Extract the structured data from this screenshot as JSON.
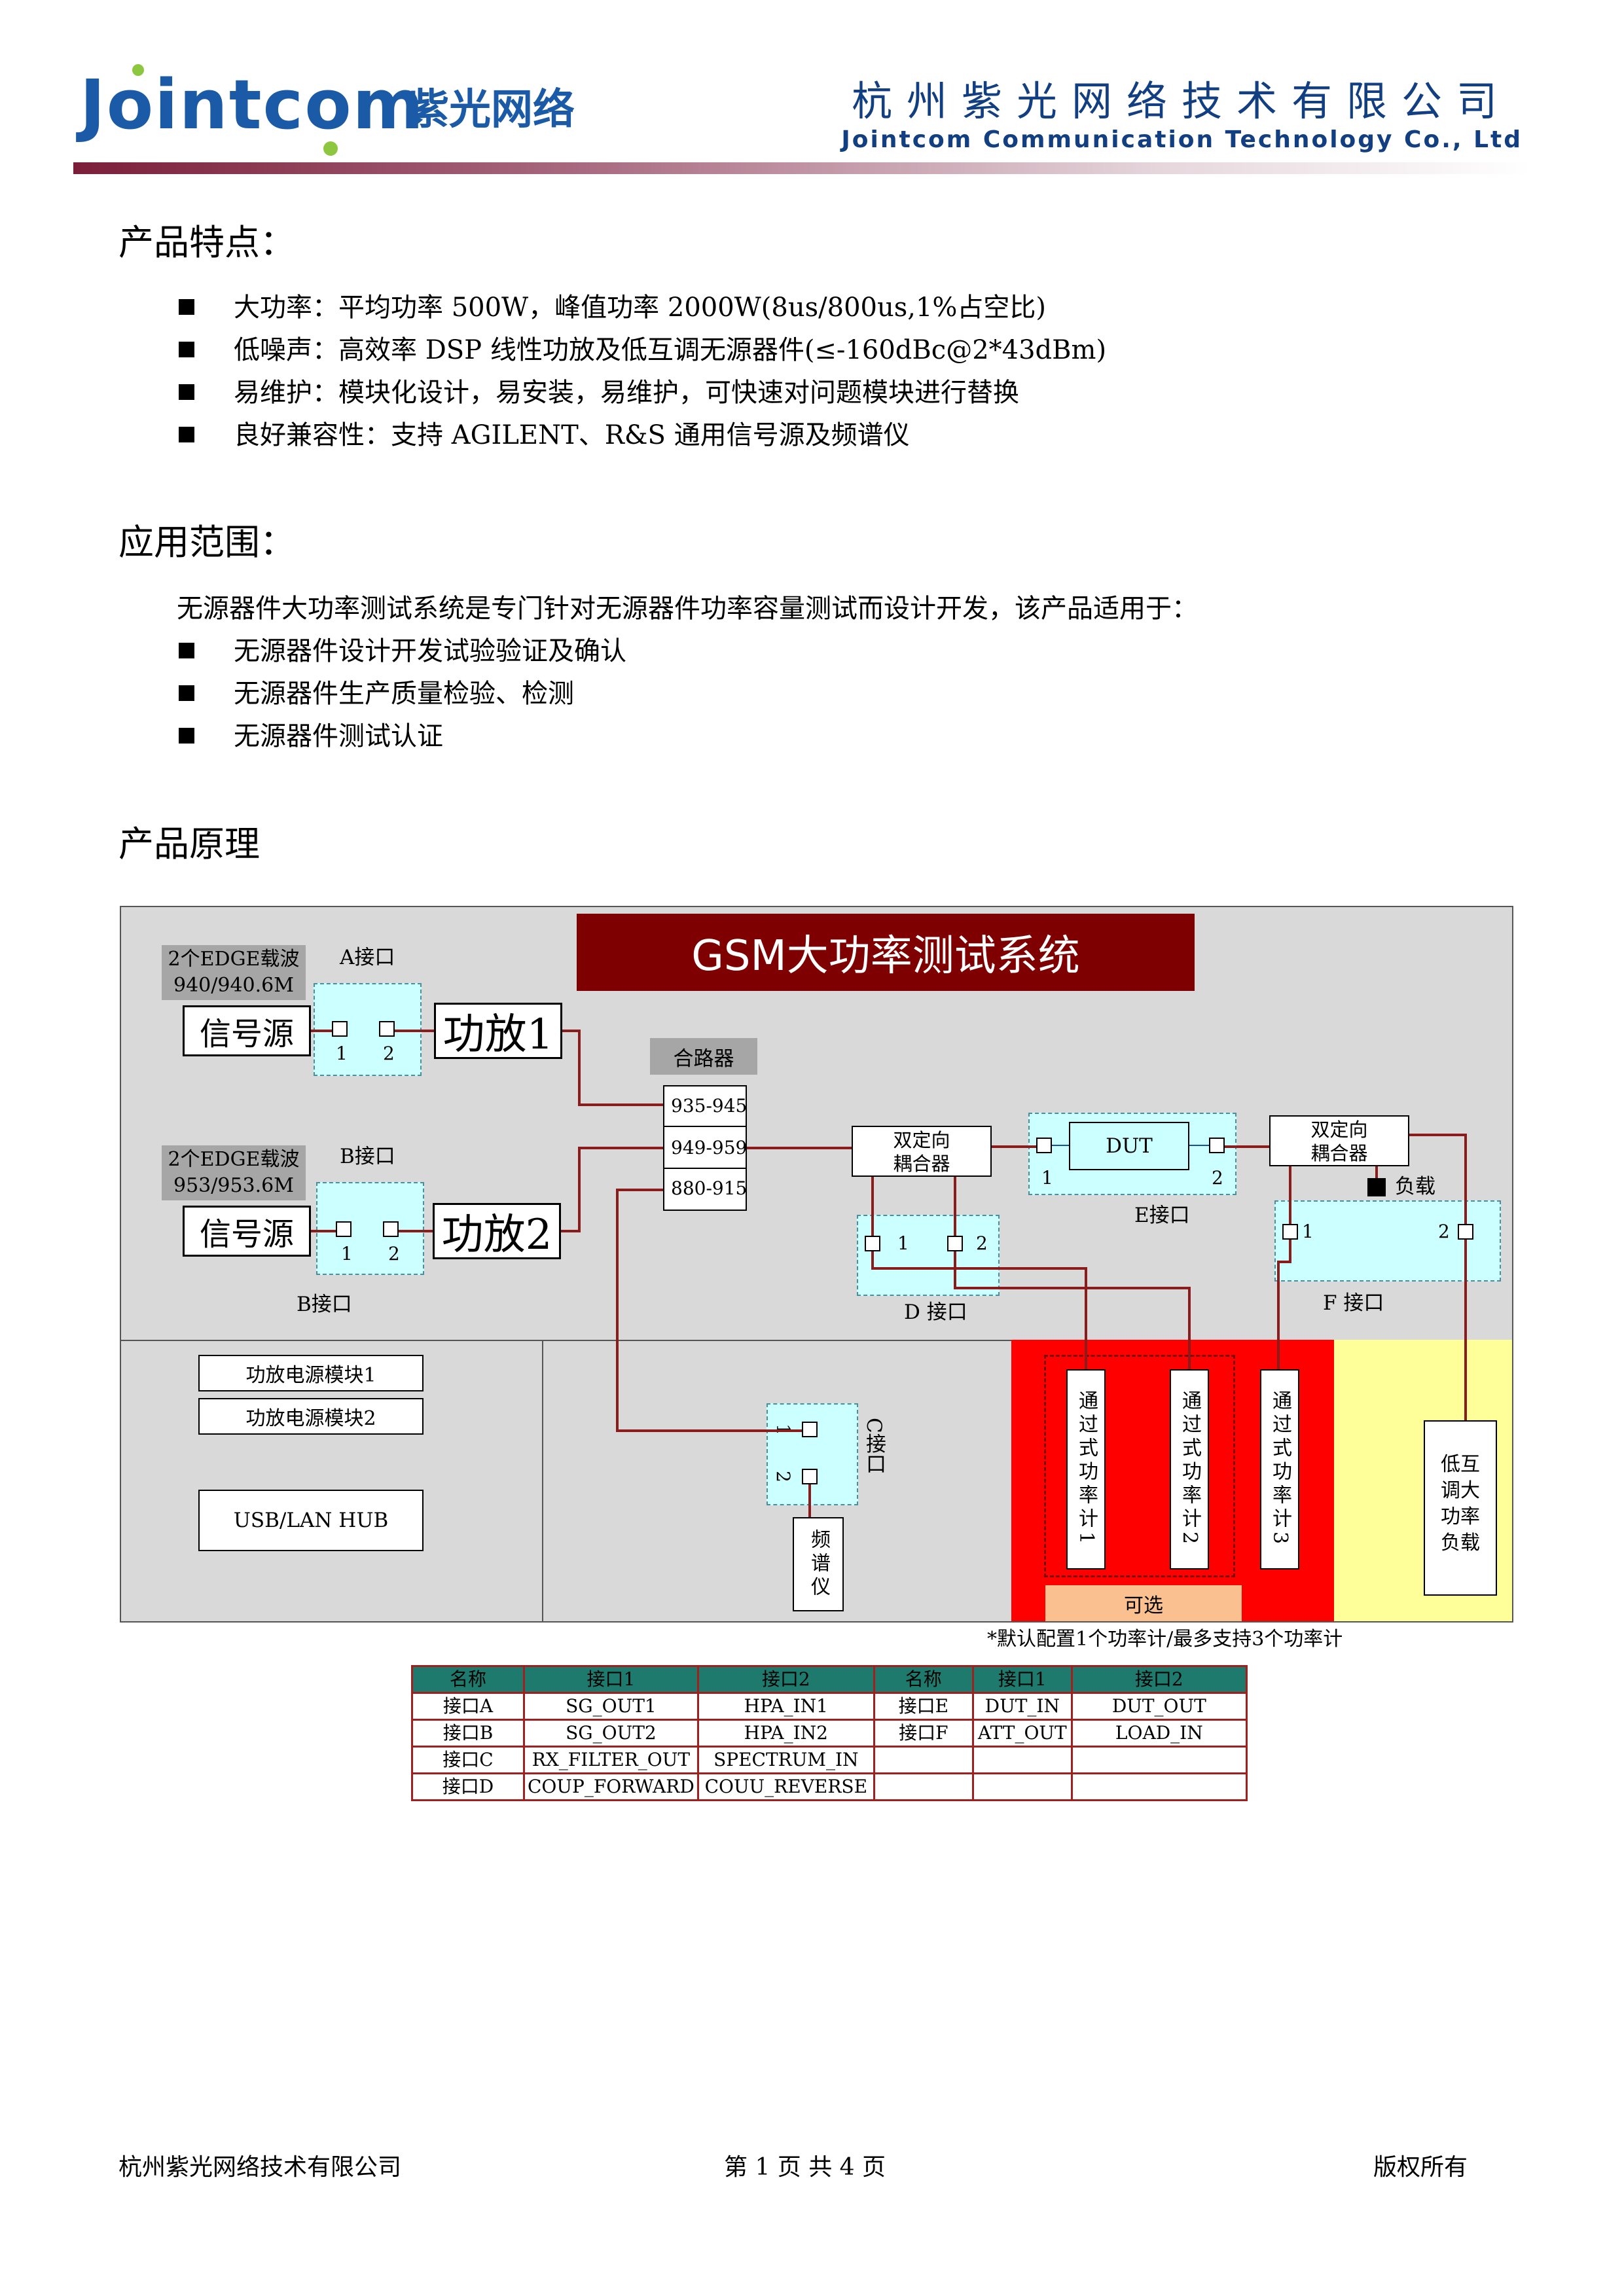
{
  "header": {
    "logo_word": "Jointcom",
    "logo_cn": "紫光网络",
    "company_cn": "杭州紫光网络技术有限公司",
    "company_en": "Jointcom Communication Technology Co., Ltd",
    "brand_color": "#1a5aa6",
    "accent_color": "#8dc63f"
  },
  "features": {
    "title": "产品特点：",
    "items": [
      "大功率：平均功率 500W，峰值功率 2000W(8us/800us,1%占空比)",
      "低噪声：高效率 DSP 线性功放及低互调无源器件(≤-160dBc@2*43dBm)",
      "易维护：模块化设计，易安装，易维护，可快速对问题模块进行替换",
      "良好兼容性：支持 AGILENT、R&S 通用信号源及频谱仪"
    ]
  },
  "applications": {
    "title": "应用范围：",
    "intro": "无源器件大功率测试系统是专门针对无源器件功率容量测试而设计开发，该产品适用于：",
    "items": [
      "无源器件设计开发试验验证及确认",
      "无源器件生产质量检验、检测",
      "无源器件测试认证"
    ]
  },
  "principle": {
    "title": "产品原理"
  },
  "diagram": {
    "title": "GSM大功率测试系统",
    "carrier_a": "2个EDGE载波",
    "freq_a": "940/940.6M",
    "carrier_b": "2个EDGE载波",
    "freq_b": "953/953.6M",
    "port_a": "A接口",
    "port_b_top": "B接口",
    "port_b_bottom": "B接口",
    "port_c": "C接口",
    "port_d": "D 接口",
    "port_e": "E接口",
    "port_f": "F 接口",
    "signal_source_1": "信号源",
    "signal_source_2": "信号源",
    "amp_1": "功放1",
    "amp_2": "功放2",
    "combiner": "合路器",
    "band_1": "935-945",
    "band_2": "949-959",
    "band_3": "880-915",
    "coupler_1": "双定向\n耦合器",
    "coupler_2": "双定向\n耦合器",
    "dut": "DUT",
    "load": "负载",
    "psu_1": "功放电源模块1",
    "psu_2": "功放电源模块2",
    "hub": "USB/LAN HUB",
    "analyzer": "频谱仪",
    "meter_1": "通过式功率计1",
    "meter_2": "通过式功率计2",
    "meter_3": "通过式功率计3",
    "low_pim_load": "低互调大功率负载",
    "optional": "可选",
    "n1": "1",
    "n2": "2",
    "note": "*默认配置1个功率计/最多支持3个功率计",
    "colors": {
      "title_bg": "#7f0000",
      "wire": "#8a1c1c",
      "meter_zone": "#ff0000",
      "load_zone": "#ffff99",
      "optional_bg": "#fac090",
      "interface_bg": "#ccffff"
    }
  },
  "interface_table": {
    "headers": [
      "名称",
      "接口1",
      "接口2",
      "名称",
      "接口1",
      "接口2"
    ],
    "rows": [
      [
        "接口A",
        "SG_OUT1",
        "HPA_IN1",
        "接口E",
        "DUT_IN",
        "DUT_OUT"
      ],
      [
        "接口B",
        "SG_OUT2",
        "HPA_IN2",
        "接口F",
        "ATT_OUT",
        "LOAD_IN"
      ],
      [
        "接口C",
        "RX_FILTER_OUT",
        "SPECTRUM_IN",
        "",
        "",
        ""
      ],
      [
        "接口D",
        "COUP_FORWARD",
        "COUU_REVERSE",
        "",
        "",
        ""
      ]
    ]
  },
  "footer": {
    "left": "杭州紫光网络技术有限公司",
    "center": "第 1 页 共 4 页",
    "right": "版权所有"
  }
}
